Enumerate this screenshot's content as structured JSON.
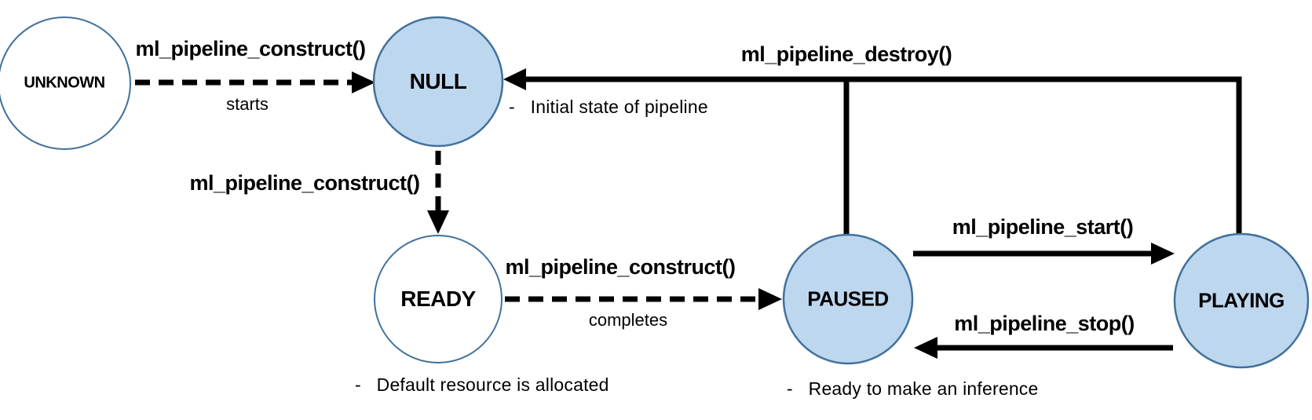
{
  "diagram": {
    "states": {
      "unknown": {
        "label": "UNKNOWN"
      },
      "null_state": {
        "label": "NULL",
        "note": "-   Initial state of pipeline"
      },
      "ready": {
        "label": "READY",
        "note": "-   Default resource is allocated"
      },
      "paused": {
        "label": "PAUSED",
        "note": "-   Ready to make an inference"
      },
      "playing": {
        "label": "PLAYING"
      }
    },
    "transitions": {
      "unknown_to_null": {
        "label": "ml_pipeline_construct()",
        "sublabel": "starts",
        "style": "dashed"
      },
      "null_to_ready": {
        "label": "ml_pipeline_construct()",
        "style": "dashed"
      },
      "ready_to_paused": {
        "label": "ml_pipeline_construct()",
        "sublabel": "completes",
        "style": "dashed"
      },
      "paused_playing_to_null": {
        "label": "ml_pipeline_destroy()",
        "style": "solid"
      },
      "paused_to_playing": {
        "label": "ml_pipeline_start()",
        "style": "solid"
      },
      "playing_to_paused": {
        "label": "ml_pipeline_stop()",
        "style": "solid"
      }
    },
    "colors": {
      "state_fill": "#BDD7EE",
      "state_border": "#41719C",
      "arrow": "#000000",
      "background": "#FFFFFF"
    }
  }
}
